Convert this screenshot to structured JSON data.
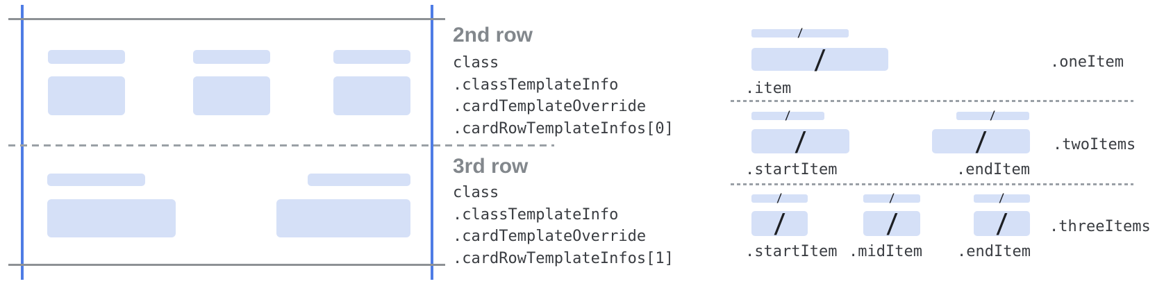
{
  "colors": {
    "guide_line_blue": "#4e7ce5",
    "placeholder_blue": "#d5e0f7",
    "frame_line_gray": "#8d9195",
    "separator_gray": "#9aa0a6",
    "heading_gray": "#82878c",
    "code_text": "#3a3d42",
    "slash_black": "#1d1f23"
  },
  "glyphs": {
    "slash": "/"
  },
  "row_annotations": [
    {
      "title": "2nd row",
      "path_lines": [
        "class",
        ".classTemplateInfo",
        ".cardTemplateOverride",
        ".cardRowTemplateInfos[0]"
      ]
    },
    {
      "title": "3rd row",
      "path_lines": [
        "class",
        ".classTemplateInfo",
        ".cardTemplateOverride",
        ".cardRowTemplateInfos[1]"
      ]
    }
  ],
  "item_layouts": [
    {
      "group_label": ".oneItem",
      "item_labels": [
        ".item"
      ]
    },
    {
      "group_label": ".twoItems",
      "item_labels": [
        ".startItem",
        ".endItem"
      ]
    },
    {
      "group_label": ".threeItems",
      "item_labels": [
        ".startItem",
        ".midItem",
        ".endItem"
      ]
    }
  ]
}
